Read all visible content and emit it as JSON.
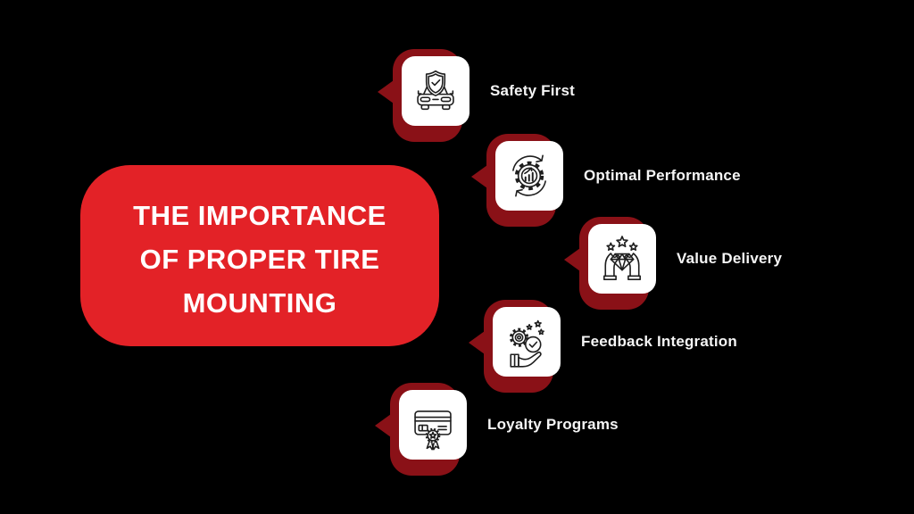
{
  "title": {
    "lines": [
      "THE IMPORTANCE",
      "OF PROPER TIRE",
      "MOUNTING"
    ]
  },
  "items": [
    {
      "label": "Safety First",
      "icon": "car-shield-icon"
    },
    {
      "label": "Optimal Performance",
      "icon": "gear-growth-cycle-icon"
    },
    {
      "label": "Value Delivery",
      "icon": "hands-diamond-stars-icon"
    },
    {
      "label": "Feedback Integration",
      "icon": "hand-gear-check-icon"
    },
    {
      "label": "Loyalty Programs",
      "icon": "loyalty-card-badge-icon"
    }
  ],
  "colors": {
    "background": "#000000",
    "accent-red": "#E32227",
    "dark-red": "#8A1117",
    "card-bg": "#FFFFFF",
    "icon-stroke": "#1E1E1E",
    "title-text": "#FFFFFF",
    "label-text": "#F5F5F5"
  }
}
